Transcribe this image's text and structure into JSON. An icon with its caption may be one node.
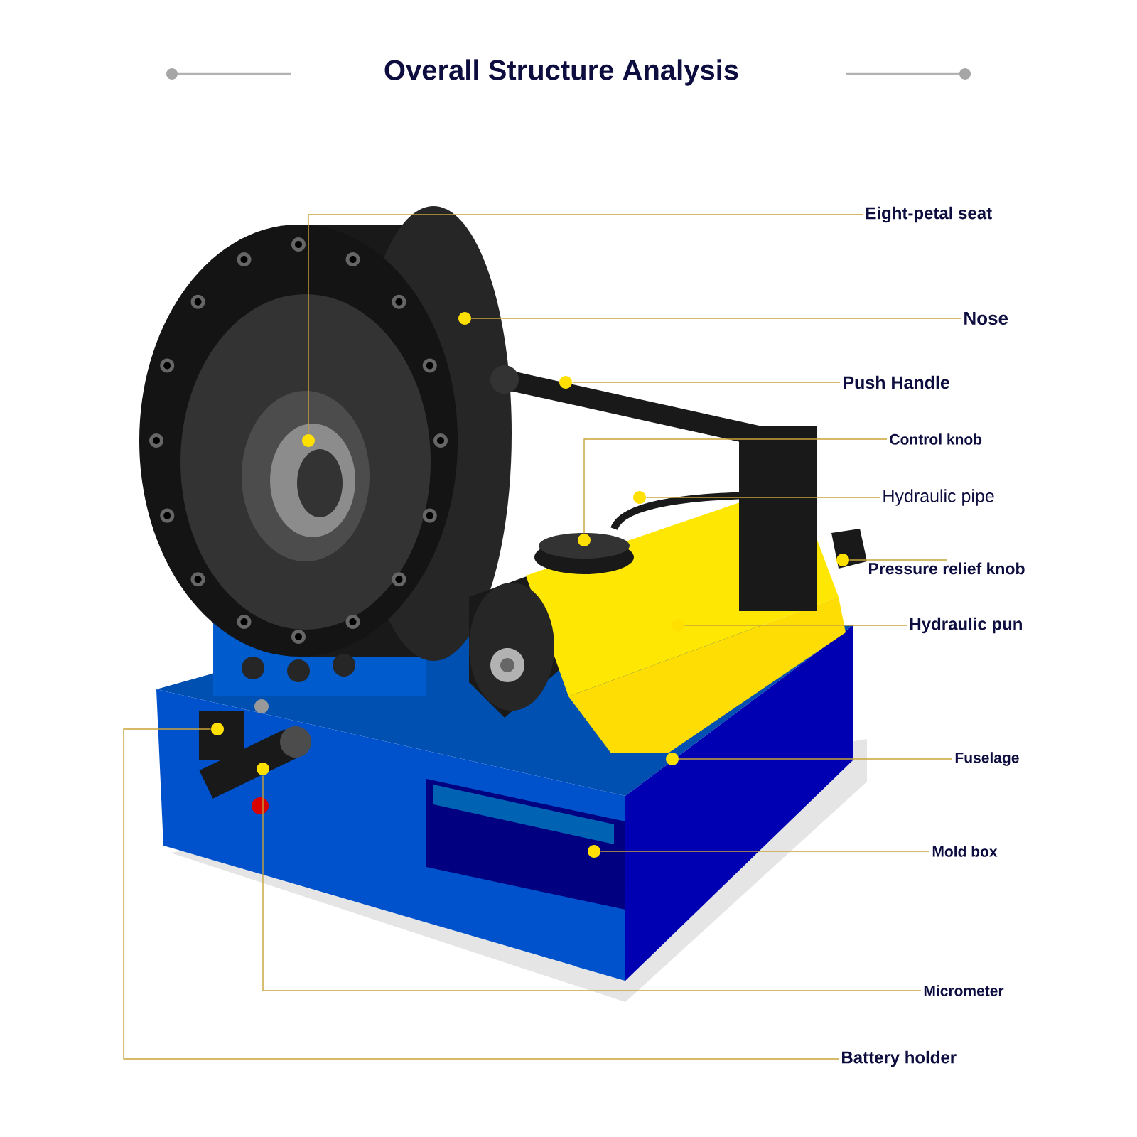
{
  "diagram": {
    "title": "Overall Structure Analysis",
    "nodes": [
      {
        "text": [
          "Eight-petal seat"
        ]
      },
      {
        "text": [
          "Nose"
        ]
      },
      {
        "text": [
          "Push Handle"
        ]
      },
      {
        "text": [
          "Control knob"
        ]
      },
      {
        "text": [
          "Hydraulic pipe"
        ]
      },
      {
        "text": [
          "Pressure relief knob"
        ]
      },
      {
        "text": [
          "Hydraulic pun"
        ]
      },
      {
        "text": [
          "Fuselage"
        ]
      },
      {
        "text": [
          "Mold box"
        ]
      },
      {
        "text": [
          "Micrometer"
        ]
      },
      {
        "text": [
          "Battery holder"
        ]
      },
      {
        "text": [],
        "shape": "circle"
      },
      {
        "text": [],
        "shape": "circle"
      },
      {
        "text": [],
        "shape": "circle"
      },
      {
        "text": [],
        "shape": "circle"
      },
      {
        "text": [],
        "shape": "circle"
      },
      {
        "text": [],
        "shape": "circle"
      },
      {
        "text": [],
        "shape": "circle"
      },
      {
        "text": [],
        "shape": "circle"
      },
      {
        "text": [],
        "shape": "circle"
      },
      {
        "text": [],
        "shape": "circle"
      },
      {
        "text": [],
        "shape": "circle"
      }
    ],
    "edges": [
      {
        "from": 0,
        "to": 11,
        "arrow": "none"
      },
      {
        "from": 1,
        "to": 12,
        "arrow": "none"
      },
      {
        "from": 2,
        "to": 13,
        "arrow": "none"
      },
      {
        "from": 3,
        "to": 14,
        "arrow": "none"
      },
      {
        "from": 4,
        "to": 15,
        "arrow": "none"
      },
      {
        "from": 5,
        "to": 16,
        "arrow": "none"
      },
      {
        "from": 6,
        "to": 17,
        "arrow": "none"
      },
      {
        "from": 7,
        "to": 18,
        "arrow": "none"
      },
      {
        "from": 8,
        "to": 19,
        "arrow": "none"
      },
      {
        "from": 9,
        "to": 20,
        "arrow": "none"
      },
      {
        "from": 10,
        "to": 21,
        "arrow": "none"
      }
    ]
  }
}
